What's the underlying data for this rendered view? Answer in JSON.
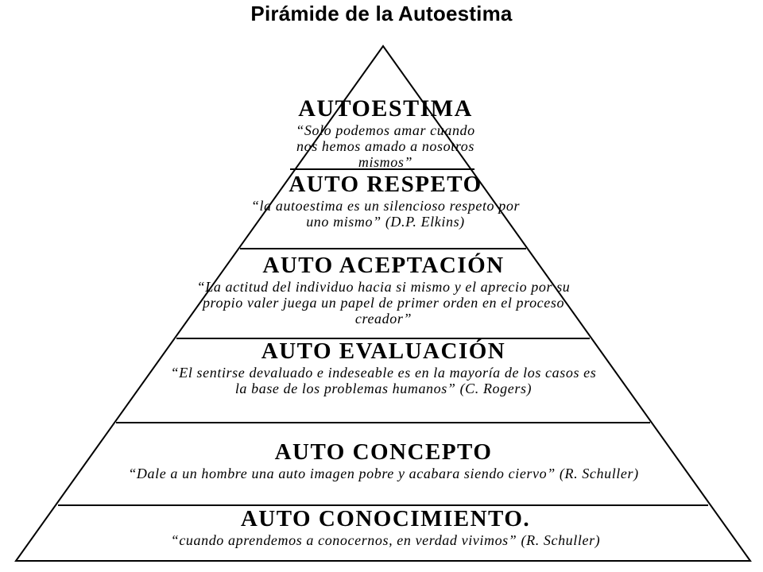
{
  "title": "Pirámide de la Autoestima",
  "levels": [
    {
      "title": "AUTOESTIMA",
      "quote": "“Solo podemos amar cuando nos hemos amado a nosotros mismos”"
    },
    {
      "title": "AUTO RESPETO",
      "quote": "“la autoestima es un silencioso respeto por uno mismo” (D.P. Elkins)"
    },
    {
      "title": "AUTO ACEPTACIÓN",
      "quote": "“La actitud del individuo hacia si mismo y el aprecio por su propio valer juega un papel de primer orden en el proceso creador”"
    },
    {
      "title": "AUTO EVALUACIÓN",
      "quote": "“El sentirse devaluado e indeseable es en la mayoría de los casos es la base de los problemas humanos” (C. Rogers)"
    },
    {
      "title": "AUTO CONCEPTO",
      "quote": "“Dale a un hombre una auto imagen pobre y acabara siendo ciervo” (R. Schuller)"
    },
    {
      "title": "AUTO CONOCIMIENTO.",
      "quote": "“cuando aprendemos a conocernos, en verdad vivimos” (R. Schuller)"
    }
  ]
}
